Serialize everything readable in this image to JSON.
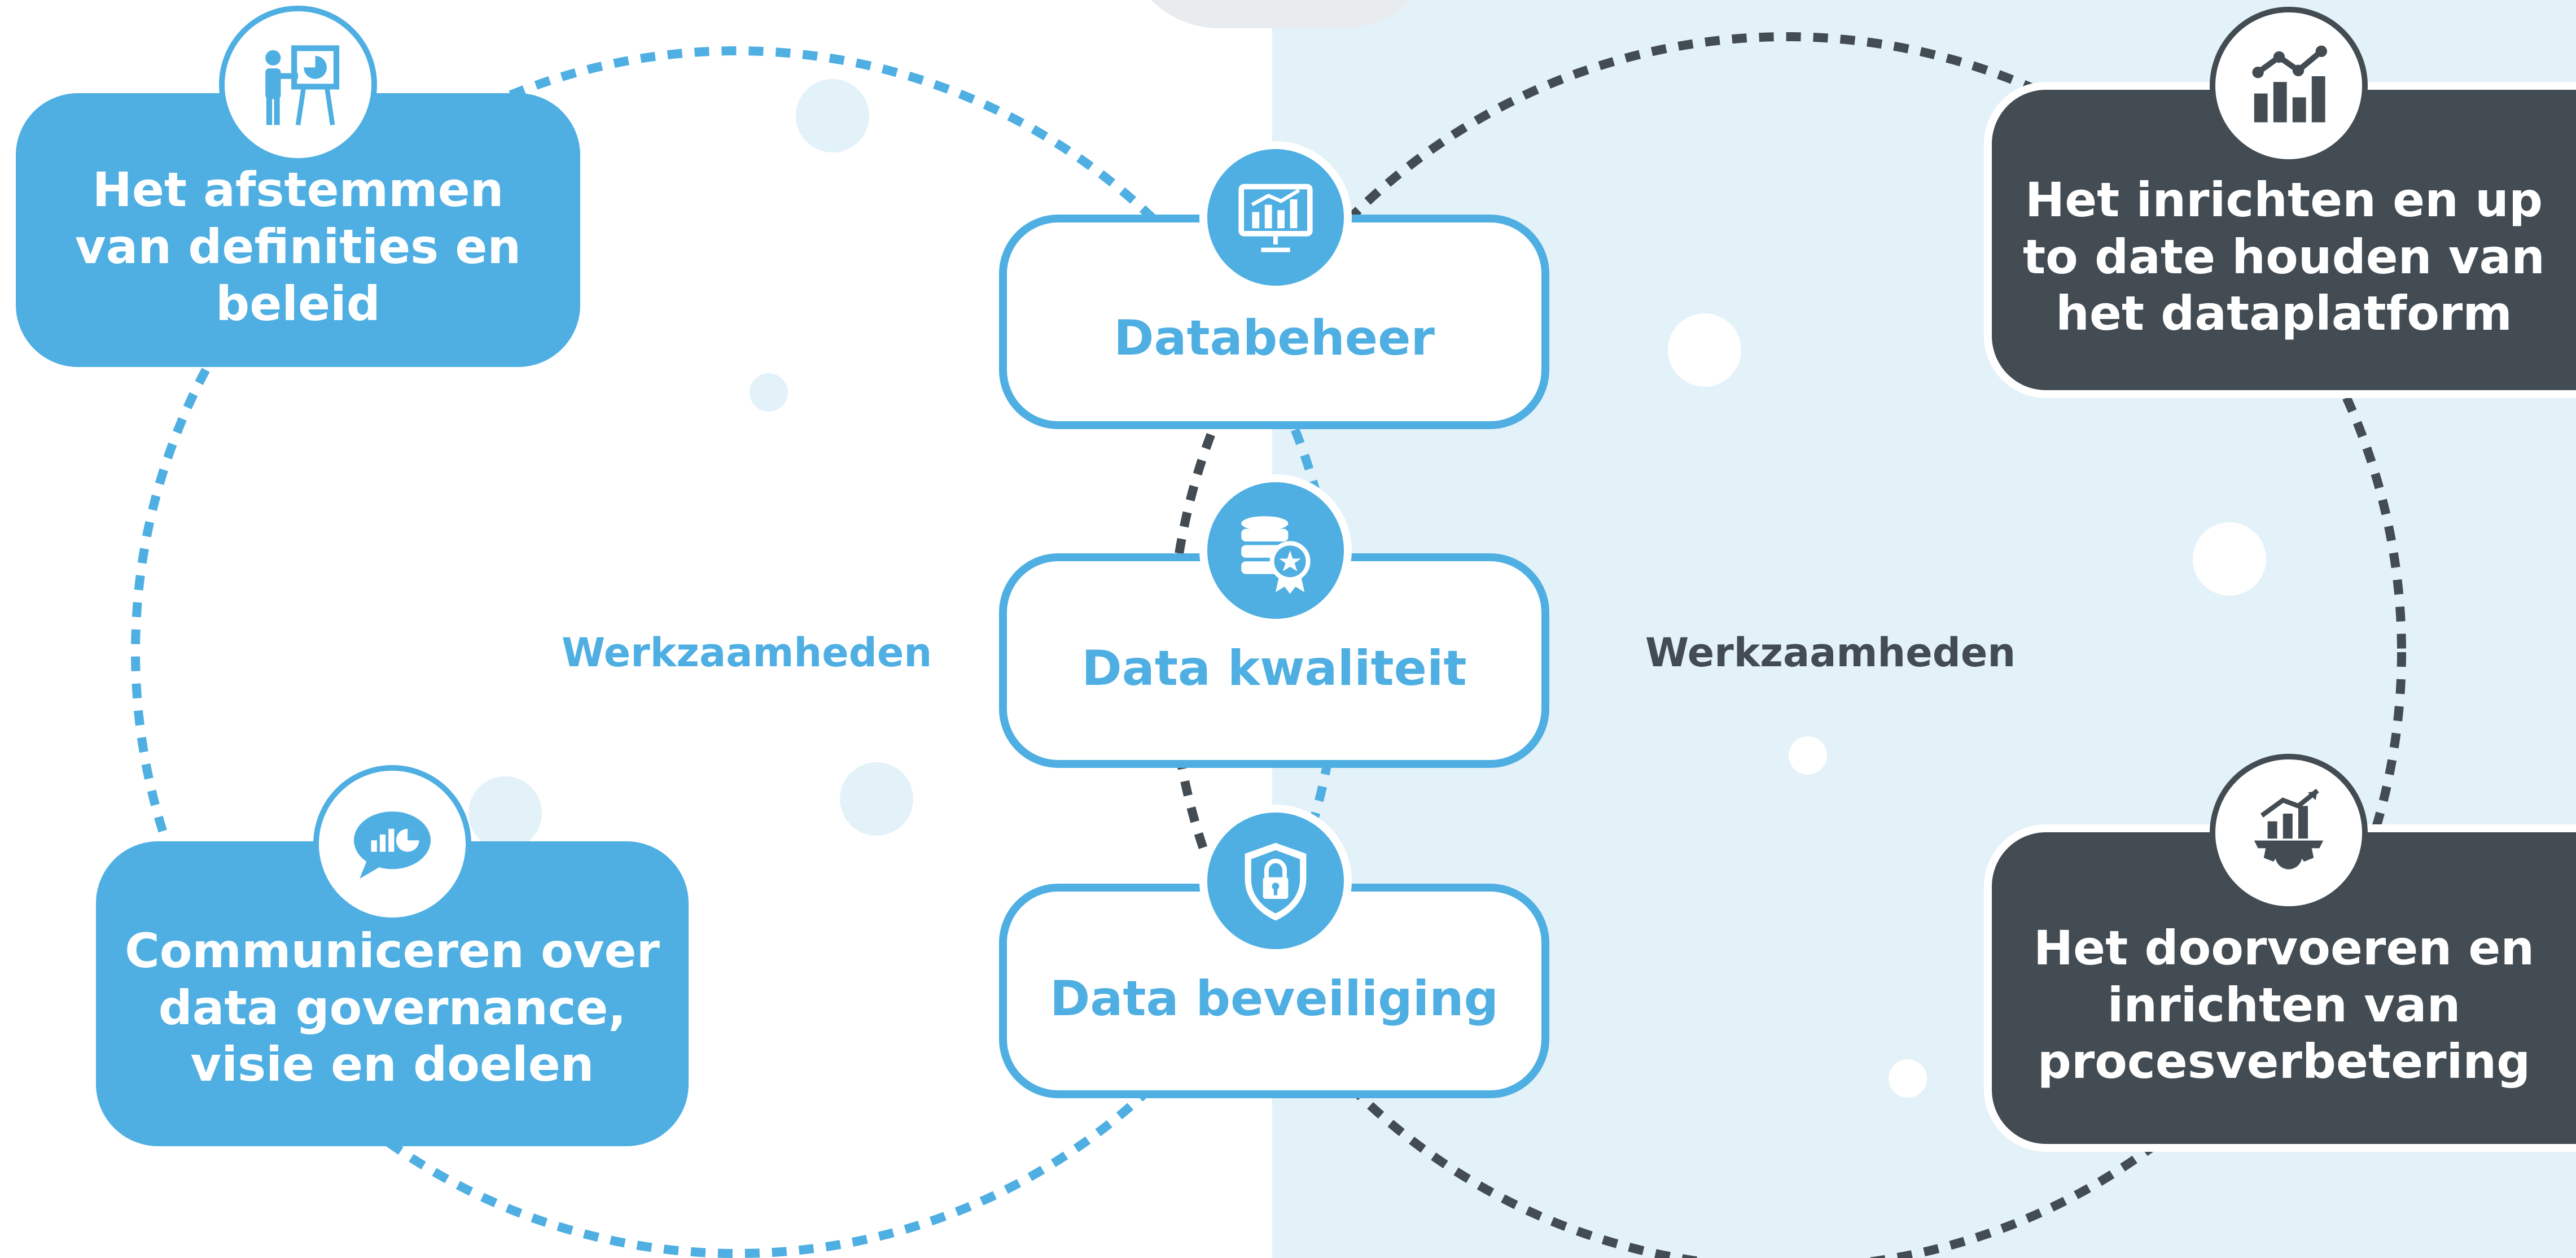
{
  "left_cluster": {
    "section_label": "Werkzaamheden",
    "tasks": [
      {
        "icon": "presentation-board-icon",
        "label": "Het afstemmen van definities en beleid"
      },
      {
        "icon": "chat-bubble-chart-icon",
        "label": "Communiceren over data governance, visie en doelen"
      }
    ]
  },
  "right_cluster": {
    "section_label": "Werkzaamheden",
    "tasks": [
      {
        "icon": "bar-trend-chart-icon",
        "label": "Het inrichten en up to date houden van het dataplatform"
      },
      {
        "icon": "gear-growth-chart-icon",
        "label": "Het doorvoeren en inrichten van procesverbetering"
      }
    ]
  },
  "center_stack": [
    {
      "icon": "monitor-chart-icon",
      "label": "Databeheer"
    },
    {
      "icon": "database-award-icon",
      "label": "Data kwaliteit"
    },
    {
      "icon": "shield-lock-icon",
      "label": "Data beveiliging"
    }
  ],
  "colors": {
    "blue": "#4fafe2",
    "dark": "#434c53",
    "light_bg": "#e3f1f9",
    "white": "#ffffff"
  }
}
